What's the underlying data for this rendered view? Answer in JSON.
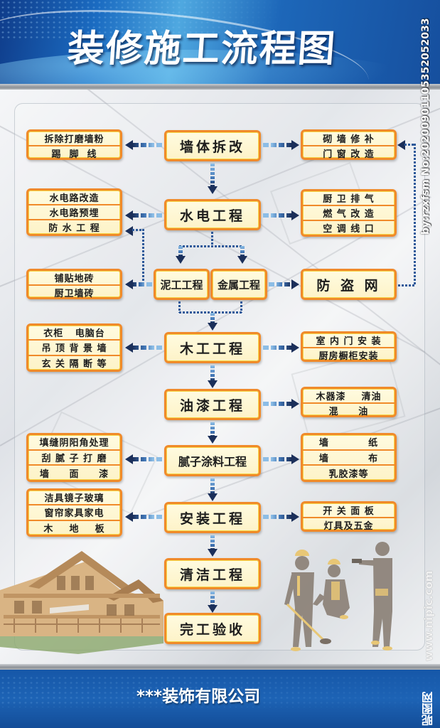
{
  "header": {
    "title": "装修施工流程图"
  },
  "colors": {
    "header_blue": "#1b6cc2",
    "box_border": "#f08a2a",
    "box_fill": "#fffbe0",
    "arrow_dark": "#1b2f5a",
    "arrow_light": "#8cbde6"
  },
  "flow": {
    "main_steps": [
      {
        "label": "墙体拆改"
      },
      {
        "label": "水电工程"
      },
      {
        "label": "泥工工程"
      },
      {
        "label": "金属工程"
      },
      {
        "label": "木工工程"
      },
      {
        "label": "油漆工程"
      },
      {
        "label": "腻子涂料工程"
      },
      {
        "label": "安装工程"
      },
      {
        "label": "清洁工程"
      },
      {
        "label": "完工验收"
      }
    ],
    "side_boxes": {
      "demolition_left": [
        "拆除打磨墙粉",
        "踢  脚  线"
      ],
      "demolition_right": [
        "砌 墙 修 补",
        "门 窗 改 造"
      ],
      "plumbing_left": [
        "水电路改造",
        "水电路预埋",
        "防 水 工 程"
      ],
      "plumbing_right": [
        "厨 卫 排 气",
        "燃 气 改 造",
        "空 调 线 口"
      ],
      "masonry_left": [
        "铺贴地砖",
        "厨卫墙砖"
      ],
      "metal_right": "防 盗 网",
      "carpentry_left": [
        "衣柜   电脑台",
        "吊 顶 背 景 墙",
        "玄 关 隔 断 等"
      ],
      "carpentry_right": [
        "室 内 门 安 装",
        "厨房橱柜安装"
      ],
      "painting_right": [
        "木器漆    清油",
        "混     油"
      ],
      "putty_left": [
        "填缝阴阳角处理",
        "刮 腻 子 打 磨",
        "墙     面     漆"
      ],
      "putty_right": [
        "墙          纸",
        "墙          布",
        "乳胶漆等"
      ],
      "install_left": [
        "洁具镜子玻璃",
        "窗帘家具家电",
        "木    地    板"
      ],
      "install_right": [
        "开 关 面 板",
        "灯具及五金"
      ]
    }
  },
  "footer": {
    "company": "***装饰有限公司"
  },
  "watermarks": {
    "id_text": "by:rzxfsm No:20200901105352052033",
    "site_url": "www.nipic.com",
    "site_name": "昵图网"
  }
}
